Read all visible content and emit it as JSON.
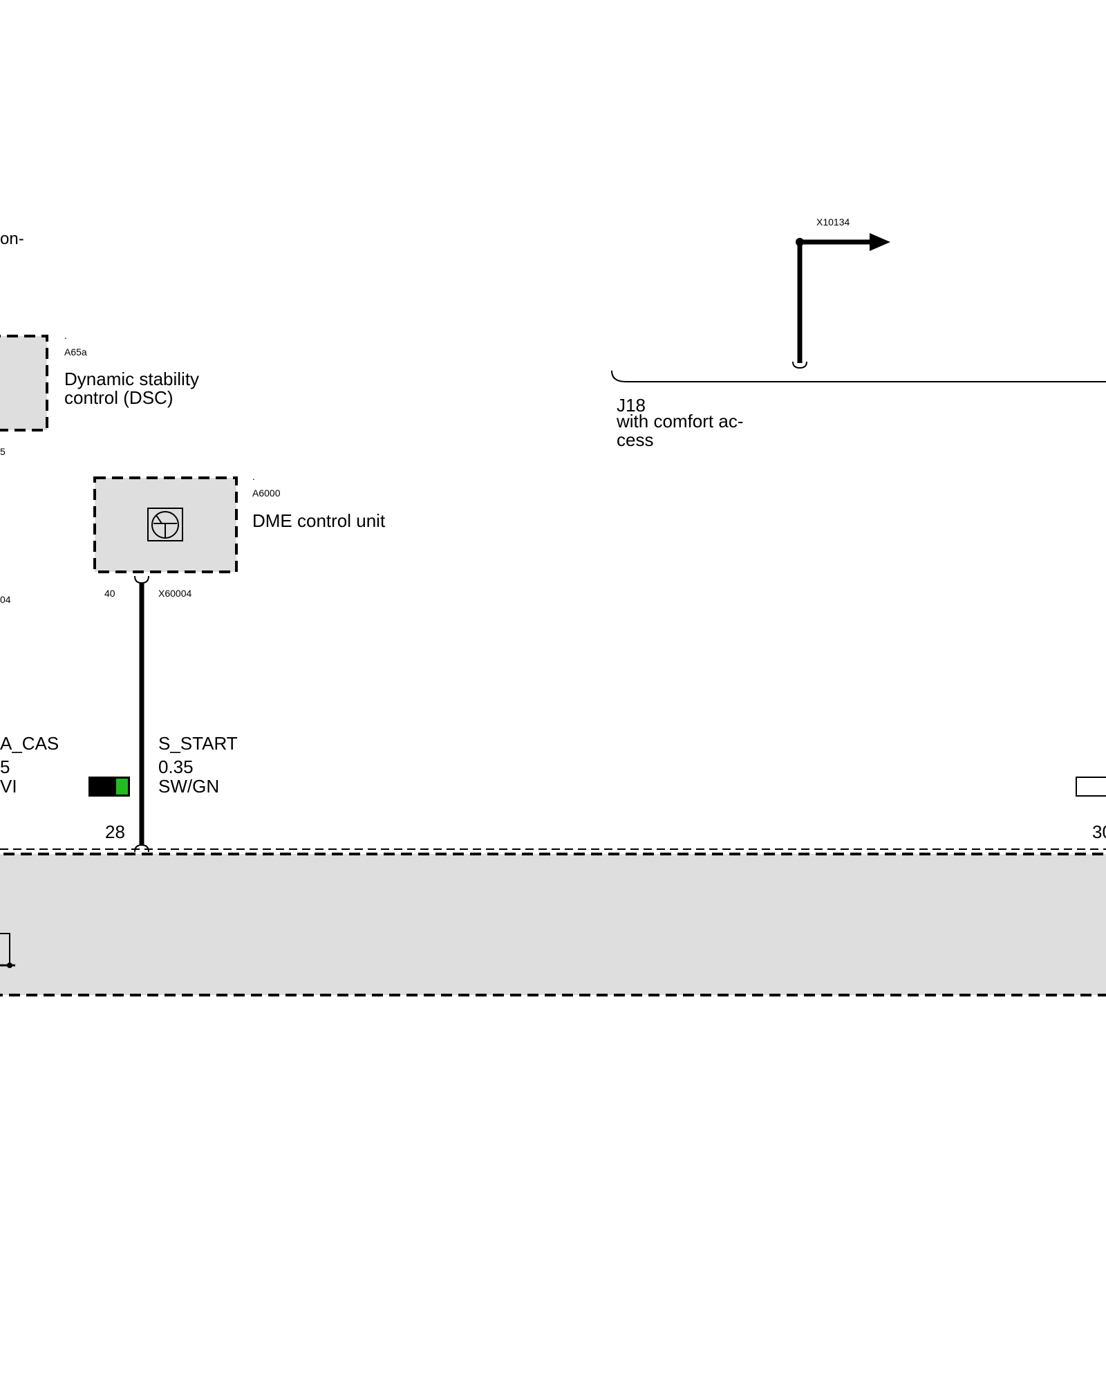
{
  "components": {
    "a65a": {
      "dot": ".",
      "id": "A65a",
      "name_line1": "Dynamic stability",
      "name_line2": "control (DSC)",
      "partial_left_text": "on-",
      "partial_pin": "5"
    },
    "a6000": {
      "dot": ".",
      "id": "A6000",
      "name": "DME control unit",
      "pin": "40",
      "connector": "X60004",
      "partial_left_pin": "04"
    }
  },
  "connector_x10134": {
    "label": "X10134"
  },
  "bus_j18": {
    "id": "J18",
    "desc_line1": "with comfort ac-",
    "desc_line2": "cess"
  },
  "wires": {
    "s_start": {
      "signal": "S_START",
      "size": "0.35",
      "color_code": "SW/GN",
      "colors": [
        "#000000",
        "#22bb22"
      ],
      "bottom_pin": "28"
    },
    "partial_left": {
      "signal": "A_CAS",
      "size": "5",
      "color_code": "VI"
    },
    "right_pin": "30"
  },
  "colors": {
    "component_fill": "#dedede",
    "wire": "#000000"
  }
}
